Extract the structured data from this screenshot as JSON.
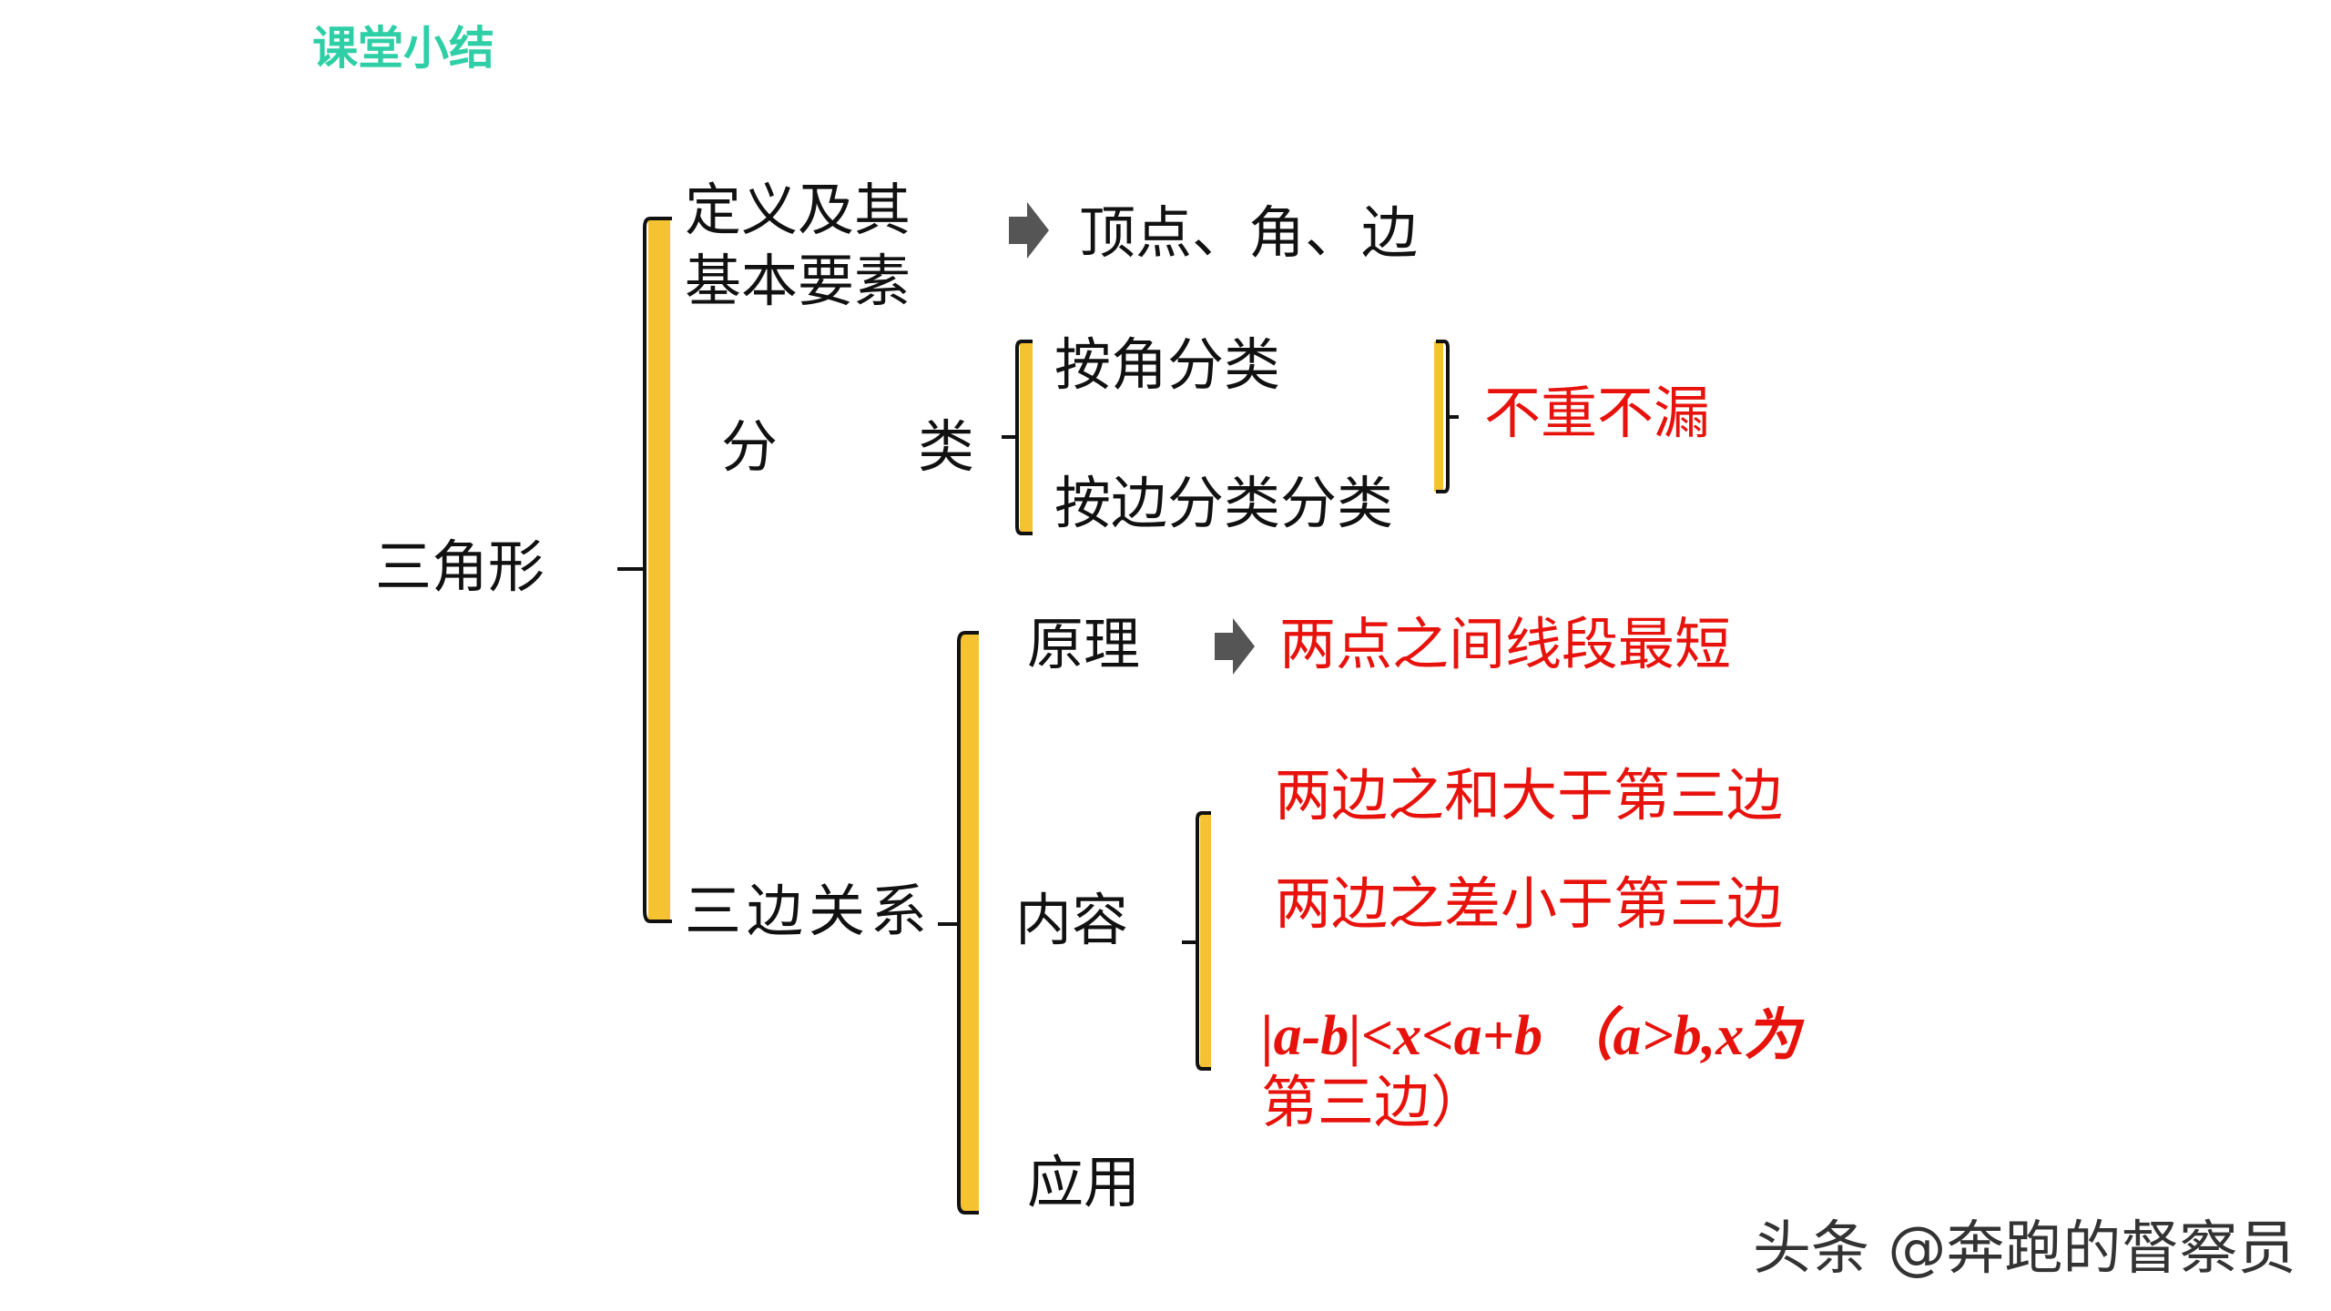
{
  "title": "课堂小结",
  "root": "三角形",
  "branches": {
    "definition": {
      "label_line1": "定义及其",
      "label_line2": "基本要素",
      "result": "顶点、角、边"
    },
    "classification": {
      "label_a": "分",
      "label_b": "类",
      "by_angle": "按角分类",
      "by_side": "按边分类分类",
      "note": "不重不漏"
    },
    "side_relation": {
      "label": "三边关系",
      "principle": {
        "label": "原理",
        "result": "两点之间线段最短"
      },
      "content": {
        "label": "内容",
        "item1": "两边之和大于第三边",
        "item2": "两边之差小于第三边",
        "formula_line1": "|a-b|<x<a+b （a>b,x为",
        "formula_line2": "第三边）"
      },
      "application": {
        "label": "应用"
      }
    }
  },
  "watermark": "头条 @奔跑的督察员",
  "colors": {
    "title": "#2ecfa6",
    "bracket": "#f5c232",
    "text": "#111111",
    "highlight": "#e8120c",
    "arrow": "#555555"
  },
  "icons": [
    "arrow-right-icon"
  ]
}
